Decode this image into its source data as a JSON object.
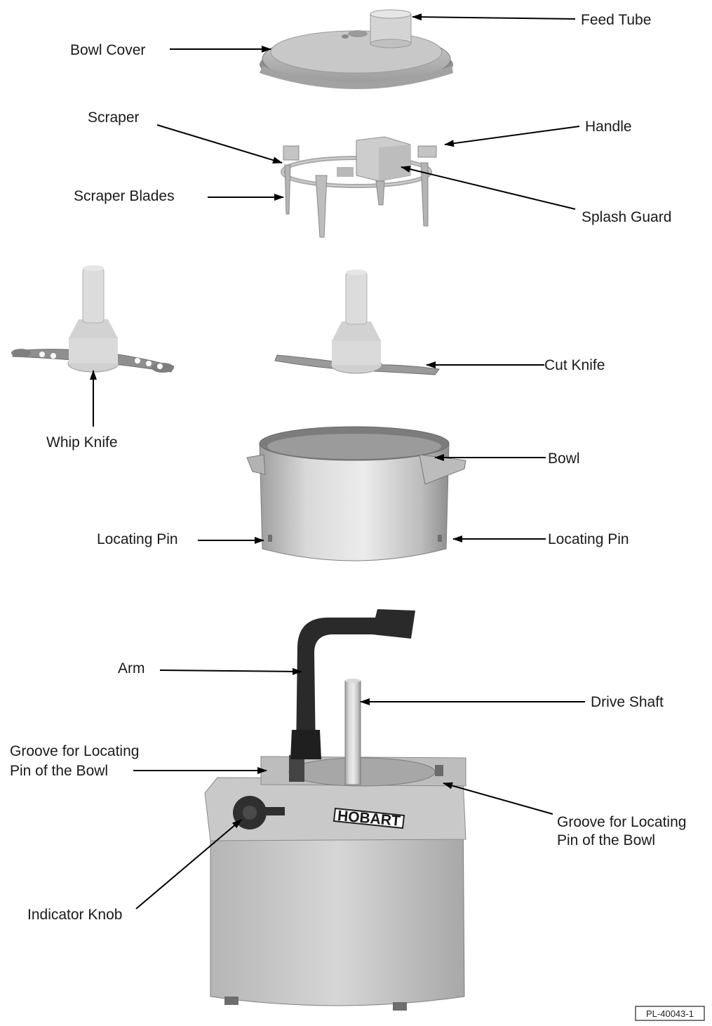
{
  "labels": {
    "feed_tube": "Feed Tube",
    "bowl_cover": "Bowl Cover",
    "scraper": "Scraper",
    "handle": "Handle",
    "scraper_blades": "Scraper Blades",
    "splash_guard": "Splash Guard",
    "cut_knife": "Cut Knife",
    "whip_knife": "Whip Knife",
    "bowl": "Bowl",
    "locating_pin_left": "Locating Pin",
    "locating_pin_right": "Locating Pin",
    "arm": "Arm",
    "drive_shaft": "Drive Shaft",
    "groove_left_line1": "Groove for Locating",
    "groove_left_line2": "Pin of the Bowl",
    "groove_right_line1": "Groove for Locating",
    "groove_right_line2": "Pin of the Bowl",
    "indicator_knob": "Indicator Knob"
  },
  "brand": "HOBART",
  "figure_ref": "PL-40043-1",
  "colors": {
    "steel_light": "#e2e2e2",
    "steel_mid": "#b9b9b9",
    "steel_dark": "#8a8a8a",
    "plastic": "#d8d8d8",
    "arm_black": "#2a2a2a",
    "arrow": "#000000"
  }
}
